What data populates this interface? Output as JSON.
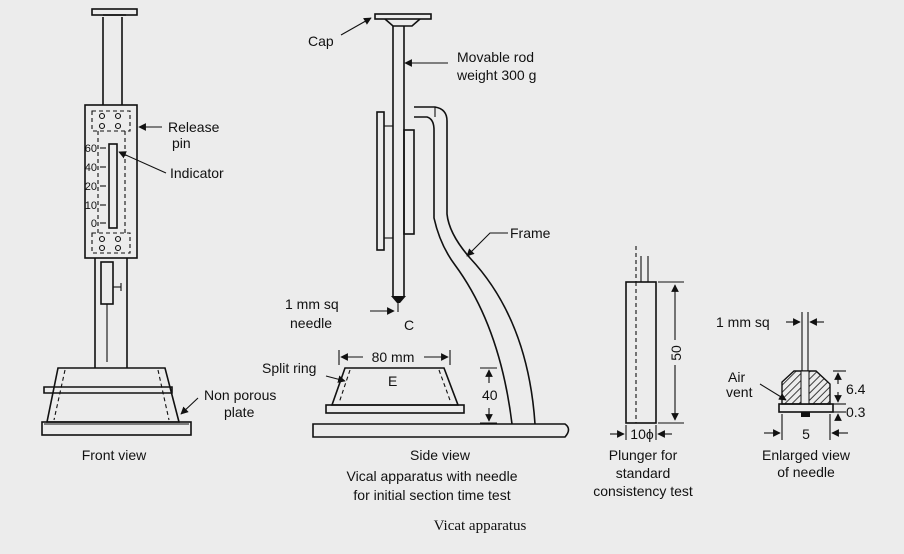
{
  "caption": "Vicat apparatus",
  "front_view": {
    "title": "Front view",
    "release_pin": [
      "Release",
      "pin"
    ],
    "indicator": "Indicator",
    "non_porous_plate": [
      "Non porous",
      "plate"
    ],
    "scale_ticks": [
      "60",
      "40",
      "20",
      "10",
      "0"
    ]
  },
  "side_view": {
    "title": "Side view",
    "subtitle": [
      "Vical apparatus with needle",
      "for initial section time test"
    ],
    "cap": "Cap",
    "movable_rod": [
      "Movable rod",
      "weight 300 g"
    ],
    "frame": "Frame",
    "needle": [
      "1 mm sq",
      "needle"
    ],
    "point_c": "C",
    "split_ring": "Split ring",
    "ring_width": "80 mm",
    "point_e": "E",
    "ring_height": "40"
  },
  "plunger": {
    "title": [
      "Plunger for",
      "standard",
      "consistency test"
    ],
    "length": "50",
    "diameter": "10ϕ"
  },
  "needle_detail": {
    "title": [
      "Enlarged view",
      "of needle"
    ],
    "size": "1 mm sq",
    "air_vent": [
      "Air",
      "vent"
    ],
    "height_1": "6.4",
    "height_2": "0.3",
    "width": "5"
  }
}
